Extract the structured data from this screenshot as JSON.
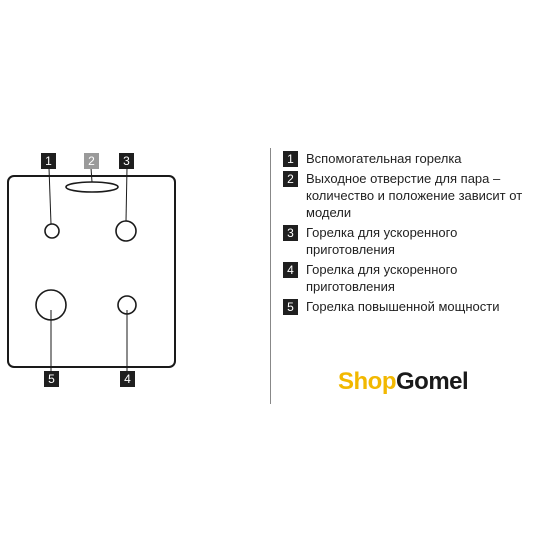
{
  "labels": {
    "l1": "1",
    "l2": "2",
    "l3": "3",
    "l4": "4",
    "l5": "5"
  },
  "legend": [
    {
      "num": "1",
      "text": "Вспомогательная горелка"
    },
    {
      "num": "2",
      "text": "Выходное отверстие для пара – количество и положение зависит от модели"
    },
    {
      "num": "3",
      "text": "Горелка для ускоренного приготовления"
    },
    {
      "num": "4",
      "text": "Горелка для ускоренного приготовления"
    },
    {
      "num": "5",
      "text": "Горелка повышенной мощности"
    }
  ],
  "logo": {
    "shop": "Shop",
    "gomel": "Gomel"
  },
  "colors": {
    "box": "#1f1f1f",
    "box_light": "#9a9a9a",
    "logo_accent": "#f2b800"
  }
}
